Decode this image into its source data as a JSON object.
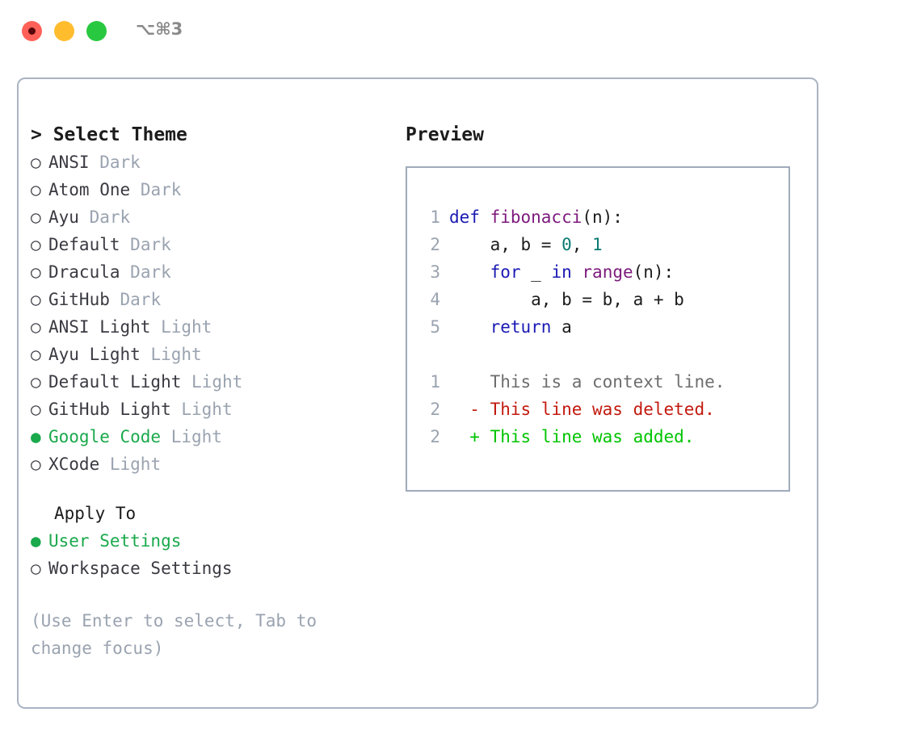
{
  "titlebar": {
    "shortcut": "⌥⌘3",
    "buttons": [
      "close",
      "minimize",
      "maximize"
    ]
  },
  "theme_picker": {
    "header": "> Select Theme",
    "bullet_selected": "●",
    "bullet_unselected": "○",
    "options": [
      {
        "label": "ANSI",
        "variant": "Dark",
        "selected": false
      },
      {
        "label": "Atom One",
        "variant": "Dark",
        "selected": false
      },
      {
        "label": "Ayu",
        "variant": "Dark",
        "selected": false
      },
      {
        "label": "Default",
        "variant": "Dark",
        "selected": false
      },
      {
        "label": "Dracula",
        "variant": "Dark",
        "selected": false
      },
      {
        "label": "GitHub",
        "variant": "Dark",
        "selected": false
      },
      {
        "label": "ANSI Light",
        "variant": "Light",
        "selected": false
      },
      {
        "label": "Ayu Light",
        "variant": "Light",
        "selected": false
      },
      {
        "label": "Default Light",
        "variant": "Light",
        "selected": false
      },
      {
        "label": "GitHub Light",
        "variant": "Light",
        "selected": false
      },
      {
        "label": "Google Code",
        "variant": "Light",
        "selected": true
      },
      {
        "label": "XCode",
        "variant": "Light",
        "selected": false
      }
    ]
  },
  "apply_to": {
    "header": "Apply To",
    "options": [
      {
        "label": "User Settings",
        "selected": true
      },
      {
        "label": "Workspace Settings",
        "selected": false
      }
    ]
  },
  "hint": "(Use Enter to select, Tab to change focus)",
  "preview": {
    "header": "Preview",
    "code_lines": [
      {
        "number": "1",
        "tokens": [
          {
            "t": "def ",
            "c": "kw"
          },
          {
            "t": "fibonacci",
            "c": "fn"
          },
          {
            "t": "(n):",
            "c": "txt"
          }
        ]
      },
      {
        "number": "2",
        "tokens": [
          {
            "t": "    a, b = ",
            "c": "txt"
          },
          {
            "t": "0",
            "c": "num"
          },
          {
            "t": ", ",
            "c": "txt"
          },
          {
            "t": "1",
            "c": "num"
          }
        ]
      },
      {
        "number": "3",
        "tokens": [
          {
            "t": "    ",
            "c": "txt"
          },
          {
            "t": "for",
            "c": "kw"
          },
          {
            "t": " _ ",
            "c": "txt"
          },
          {
            "t": "in",
            "c": "kw"
          },
          {
            "t": " ",
            "c": "txt"
          },
          {
            "t": "range",
            "c": "fn"
          },
          {
            "t": "(n):",
            "c": "txt"
          }
        ]
      },
      {
        "number": "4",
        "tokens": [
          {
            "t": "        a, b = b, a + b",
            "c": "txt"
          }
        ]
      },
      {
        "number": "5",
        "tokens": [
          {
            "t": "    ",
            "c": "txt"
          },
          {
            "t": "return",
            "c": "kw"
          },
          {
            "t": " a",
            "c": "txt"
          }
        ]
      }
    ],
    "diff_lines": [
      {
        "number": "1",
        "marker": " ",
        "text": " This is a context line.",
        "kind": "ctx"
      },
      {
        "number": "2",
        "marker": "-",
        "text": " This line was deleted.",
        "kind": "del"
      },
      {
        "number": "2",
        "marker": "+",
        "text": " This line was added.",
        "kind": "add"
      }
    ]
  },
  "colors": {
    "accent_green": "#1aa94c",
    "keyword_blue": "#1a1ab4",
    "function_purple": "#7c1a7c",
    "number_teal": "#0b7b72",
    "diff_delete_red": "#c21a0f",
    "diff_add_green": "#00c400",
    "muted_grey": "#9aa3b0",
    "border_grey": "#aab4c2"
  }
}
